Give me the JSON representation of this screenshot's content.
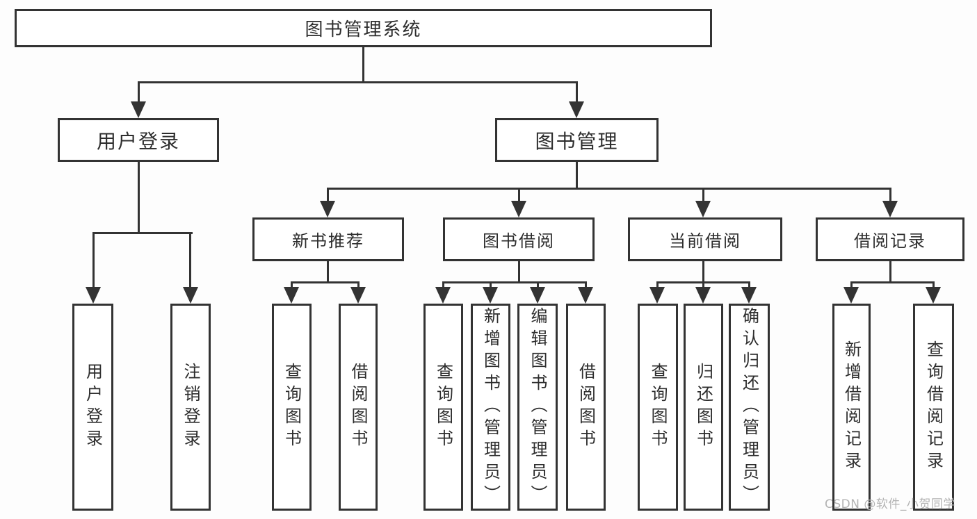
{
  "diagram": {
    "root": {
      "label": "图书管理系统"
    },
    "level2": [
      {
        "label": "用户登录"
      },
      {
        "label": "图书管理"
      }
    ],
    "level3": [
      {
        "label": "新书推荐"
      },
      {
        "label": "图书借阅"
      },
      {
        "label": "当前借阅"
      },
      {
        "label": "借阅记录"
      }
    ],
    "leaves": {
      "user_login": [
        "用户登录",
        "注销登录"
      ],
      "new_book_recommend": [
        "查询图书",
        "借阅图书"
      ],
      "book_borrow": [
        "查询图书",
        "新增图书（管理员）",
        "编辑图书（管理员）",
        "借阅图书"
      ],
      "current_borrow": [
        "查询图书",
        "归还图书",
        "确认归还（管理员）"
      ],
      "borrow_records": [
        "新增借阅记录",
        "查询借阅记录"
      ]
    }
  },
  "watermark": {
    "text": "CSDN @软件_小贺同学"
  },
  "colors": {
    "line": "#333333",
    "text": "#2d2d2d",
    "box_fill": "#ffffff",
    "background": "#fdfdfd",
    "watermark": "#b3b3b3"
  }
}
